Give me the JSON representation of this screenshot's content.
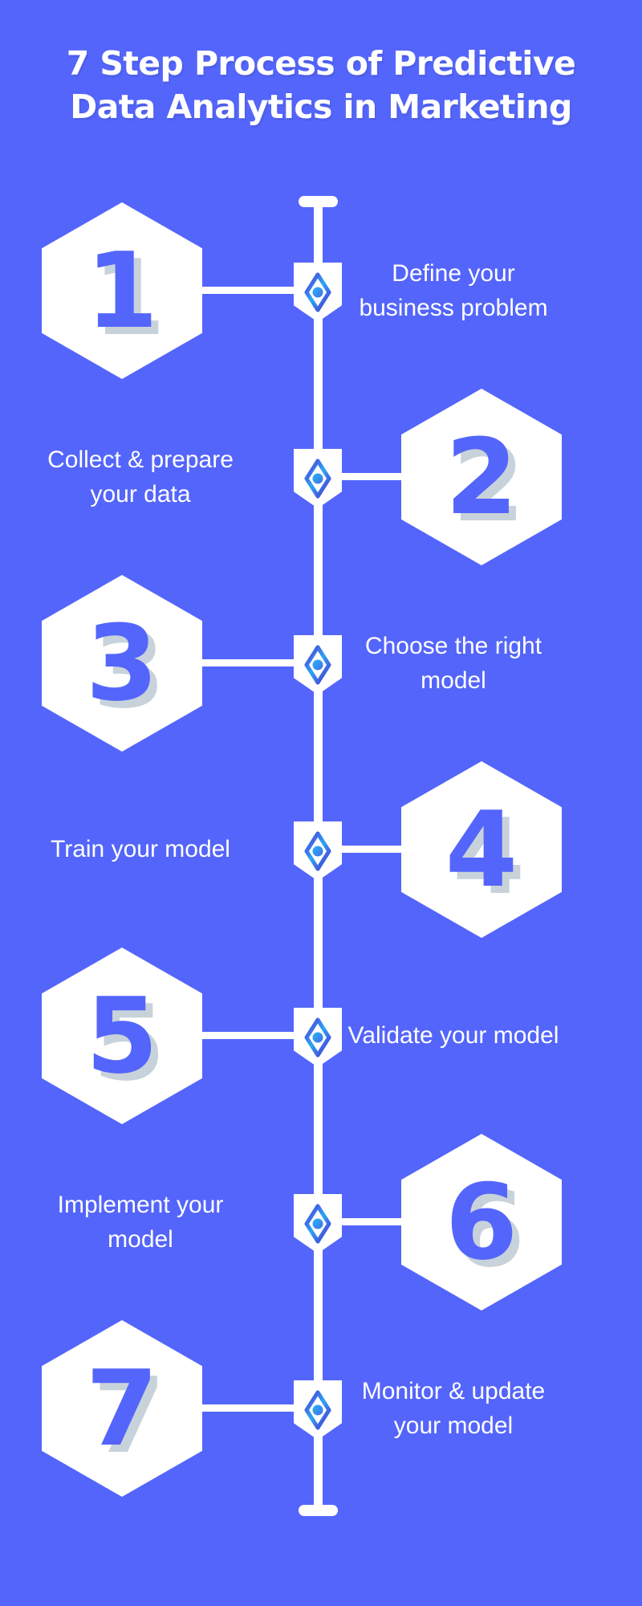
{
  "theme": {
    "background": "#5465fb",
    "surface": "#ffffff",
    "number_shadow": "#c8d2da",
    "accent_dark": "#3b3fc6",
    "accent_mid": "#3f6fe8",
    "accent_bright": "#2aa8f2",
    "accent_cyan": "#29b6f6"
  },
  "header": {
    "title_line1": "7 Step Process of Predictive",
    "title_line2": "Data Analytics in Marketing"
  },
  "icons": {
    "diamond": "diamond-marker-icon",
    "hexagon": "hexagon-step-badge",
    "spine": "timeline-spine"
  },
  "steps": [
    {
      "number": "1",
      "label": "Define your business problem",
      "hex_side": "left",
      "label_side": "right"
    },
    {
      "number": "2",
      "label": "Collect & prepare your data",
      "hex_side": "right",
      "label_side": "left"
    },
    {
      "number": "3",
      "label": "Choose the right model",
      "hex_side": "left",
      "label_side": "right"
    },
    {
      "number": "4",
      "label": "Train your model",
      "hex_side": "right",
      "label_side": "left"
    },
    {
      "number": "5",
      "label": "Validate your model",
      "hex_side": "left",
      "label_side": "right"
    },
    {
      "number": "6",
      "label": "Implement your model",
      "hex_side": "right",
      "label_side": "left"
    },
    {
      "number": "7",
      "label": "Monitor & update your model",
      "hex_side": "left",
      "label_side": "right"
    }
  ]
}
